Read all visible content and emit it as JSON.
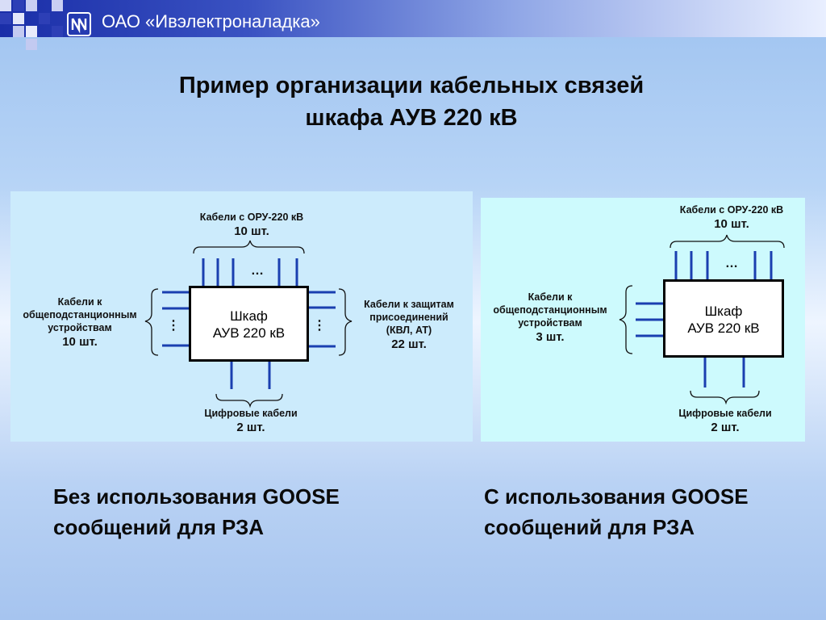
{
  "header": {
    "company": "ОАО «Ивэлектроналадка»"
  },
  "title": {
    "line1": "Пример организации кабельных связей",
    "line2": "шкафа АУВ 220 кВ"
  },
  "left": {
    "top_label": "Кабели с ОРУ-220 кВ",
    "top_count": "10 шт.",
    "left_label_1": "Кабели к",
    "left_label_2": "общеподстанционным",
    "left_label_3": "устройствам",
    "left_count": "10 шт.",
    "right_label_1": "Кабели к защитам",
    "right_label_2": "присоединений",
    "right_label_3": "(КВЛ, АТ)",
    "right_count": "22 шт.",
    "bottom_label": "Цифровые кабели",
    "bottom_count": "2 шт.",
    "box_line1": "Шкаф",
    "box_line2": "АУВ 220 кВ",
    "dots_h": "…",
    "dots_v": "⋮",
    "caption_1": "Без использования GOOSE",
    "caption_2": "сообщений для РЗА"
  },
  "right": {
    "top_label": "Кабели с ОРУ-220 кВ",
    "top_count": "10 шт.",
    "left_label_1": "Кабели к",
    "left_label_2": "общеподстанционным",
    "left_label_3": "устройствам",
    "left_count": "3 шт.",
    "bottom_label": "Цифровые кабели",
    "bottom_count": "2 шт.",
    "box_line1": "Шкаф",
    "box_line2": "АУВ 220 кВ",
    "dots_h": "…",
    "caption_1": "С использования GOOSE",
    "caption_2": "сообщений для РЗА"
  },
  "colors": {
    "wire": "#1a3fb0",
    "header_dark": "#1a2ea8"
  }
}
